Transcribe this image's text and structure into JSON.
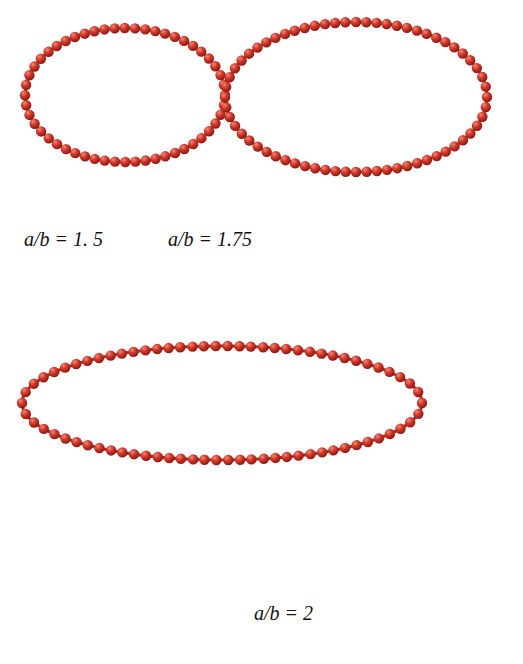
{
  "diagram": {
    "labels": [
      "a/b = 1. 5",
      "a/b = 1.75",
      "a/b = 2"
    ]
  }
}
